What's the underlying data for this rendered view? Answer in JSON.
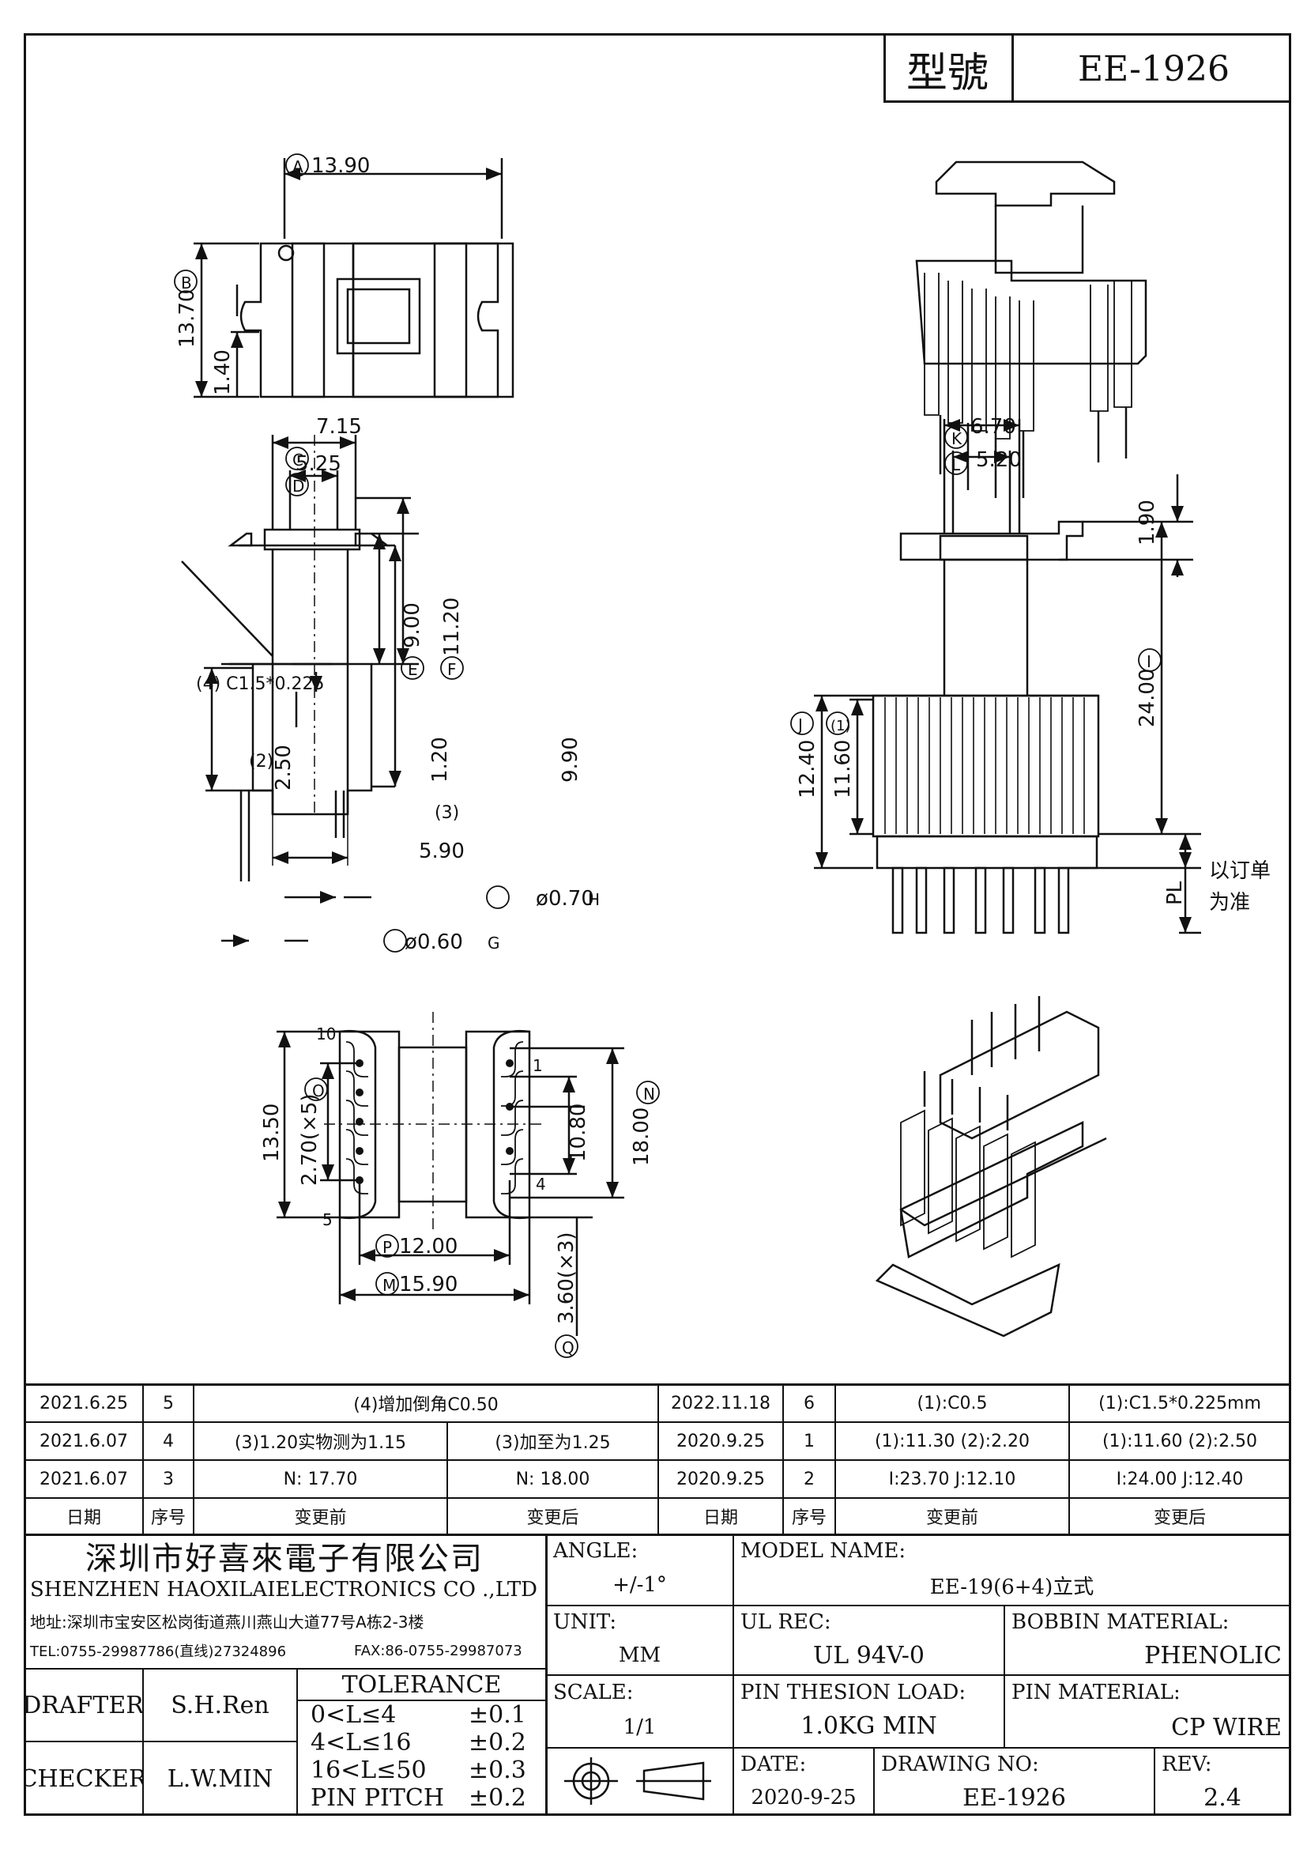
{
  "header": {
    "model_label": "型號",
    "model_value": "EE-1926"
  },
  "dimensions": {
    "A": "13.90",
    "B": "13.70",
    "h140": "1.40",
    "C": "7.15",
    "D": "5.25",
    "E": "9.00",
    "F": "11.20",
    "note4": "(4) C1.5*0.225",
    "note2": "(2)",
    "d250": "2.50",
    "d120": "1.20",
    "note3": "(3)",
    "d990": "9.90",
    "d590": "5.90",
    "G": "0.60",
    "H": "0.70",
    "K": "6.70",
    "L": "5.20",
    "d190": "1.90",
    "I": "24.00",
    "J": "12.40",
    "note1": "(1)",
    "d1160": "11.60",
    "pl": "PL",
    "pl_note_1": "以订单",
    "pl_note_2": "为准",
    "O": "2.70(×5)",
    "d1350": "13.50",
    "d1080": "10.80",
    "N": "18.00",
    "P": "12.00",
    "M": "15.90",
    "Q": "3.60(×3)",
    "pin10": "10",
    "pin5": "5",
    "pin1": "1",
    "pin4": "4",
    "letters": {
      "A": "A",
      "B": "B",
      "C": "C",
      "D": "D",
      "E": "E",
      "F": "F",
      "G": "G",
      "H": "H",
      "I": "I",
      "J": "J",
      "K": "K",
      "L": "L",
      "M": "M",
      "N": "N",
      "O": "O",
      "P": "P",
      "Q": "Q"
    },
    "phi": "ø"
  },
  "changes": {
    "rows": [
      {
        "date": "2021.6.25",
        "seq": "5",
        "before": "(4)增加倒角C0.50",
        "after": "",
        "date2": "2022.11.18",
        "seq2": "6",
        "before2": "(1):C0.5",
        "after2": "(1):C1.5*0.225mm"
      },
      {
        "date": "2021.6.07",
        "seq": "4",
        "before": "(3)1.20实物测为1.15",
        "after": "(3)加至为1.25",
        "date2": "2020.9.25",
        "seq2": "1",
        "before2": "(1):11.30 (2):2.20",
        "after2": "(1):11.60 (2):2.50"
      },
      {
        "date": "2021.6.07",
        "seq": "3",
        "before": "N:    17.70",
        "after": "N:    18.00",
        "date2": "2020.9.25",
        "seq2": "2",
        "before2": "I:23.70    J:12.10",
        "after2": "I:24.00    J:12.40"
      }
    ],
    "headers": {
      "date": "日期",
      "seq": "序号",
      "before": "变更前",
      "after": "变更后"
    }
  },
  "company": {
    "name_cn": "深圳市好喜來電子有限公司",
    "name_en": "SHENZHEN HAOXILAIELECTRONICS CO .,LTD",
    "address": "地址:深圳市宝安区松岗街道燕川燕山大道77号A栋2-3楼",
    "tel": "TEL:0755-29987786(直线)27324896",
    "fax": "FAX:86-0755-29987073"
  },
  "title_block": {
    "angle_label": "ANGLE:",
    "angle_value": "+/-1°",
    "model_name_label": "MODEL NAME:",
    "model_name_value": "EE-19(6+4)立式",
    "unit_label": "UNIT:",
    "unit_value": "MM",
    "ul_rec_label": "UL REC:",
    "ul_rec_value": "UL 94V-0",
    "bobbin_label": "BOBBIN MATERIAL:",
    "bobbin_value": "PHENOLIC",
    "scale_label": "SCALE:",
    "scale_value": "1/1",
    "pin_load_label": "PIN THESION LOAD:",
    "pin_load_value": "1.0KG MIN",
    "pin_mat_label": "PIN MATERIAL:",
    "pin_mat_value": "CP  WIRE",
    "date_label": "DATE:",
    "date_value": "2020-9-25",
    "drawing_no_label": "DRAWING NO:",
    "drawing_no_value": "EE-1926",
    "rev_label": "REV:",
    "rev_value": "2.4",
    "drafter_label": "DRAFTER",
    "drafter_value": "S.H.Ren",
    "checker_label": "CHECKER",
    "checker_value": "L.W.MIN",
    "tolerance_title": "TOLERANCE",
    "tolerances": [
      {
        "range": "0<L≤4",
        "value": "±0.1"
      },
      {
        "range": "4<L≤16",
        "value": "±0.2"
      },
      {
        "range": "16<L≤50",
        "value": "±0.3"
      },
      {
        "range": "PIN PITCH",
        "value": "±0.2"
      }
    ]
  }
}
